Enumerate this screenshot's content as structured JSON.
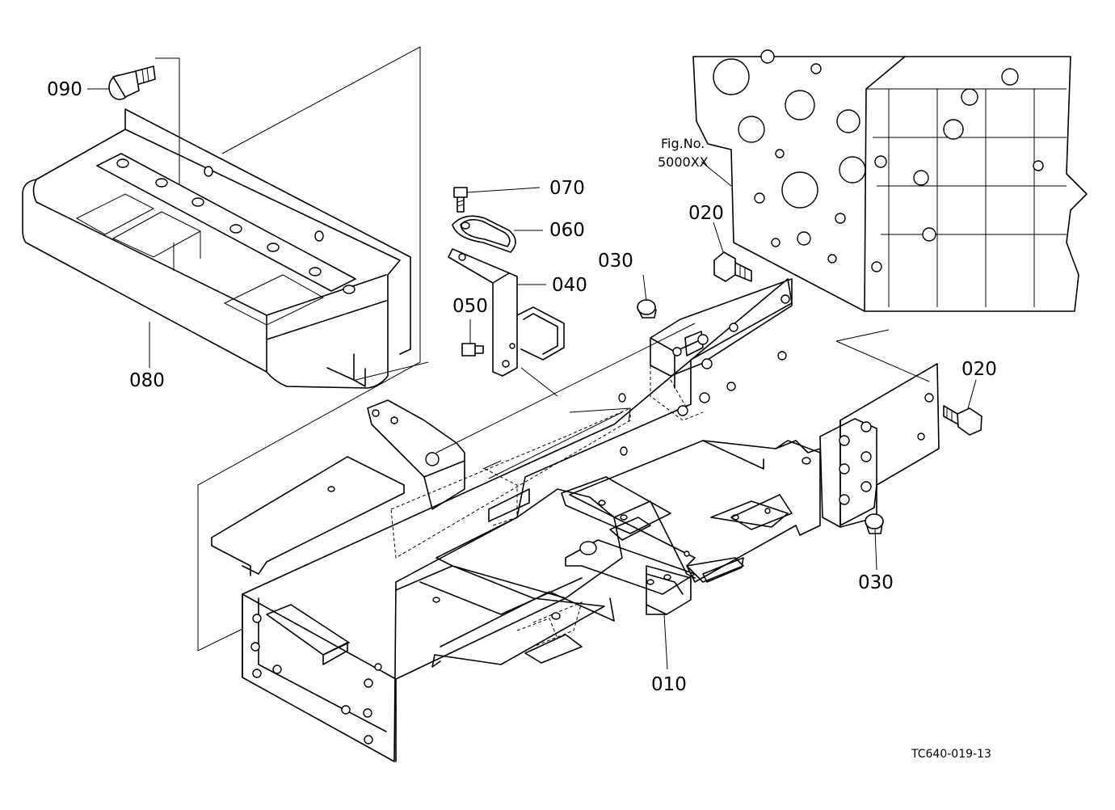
{
  "callouts": {
    "c090": "090",
    "c080": "080",
    "c070": "070",
    "c060": "060",
    "c040": "040",
    "c050": "050",
    "c030a": "030",
    "c020a": "020",
    "c020b": "020",
    "c030b": "030",
    "c010": "010"
  },
  "figure_ref": {
    "label": "Fig.No.",
    "number": "5000XX"
  },
  "drawing_number": "TC640-019-13"
}
